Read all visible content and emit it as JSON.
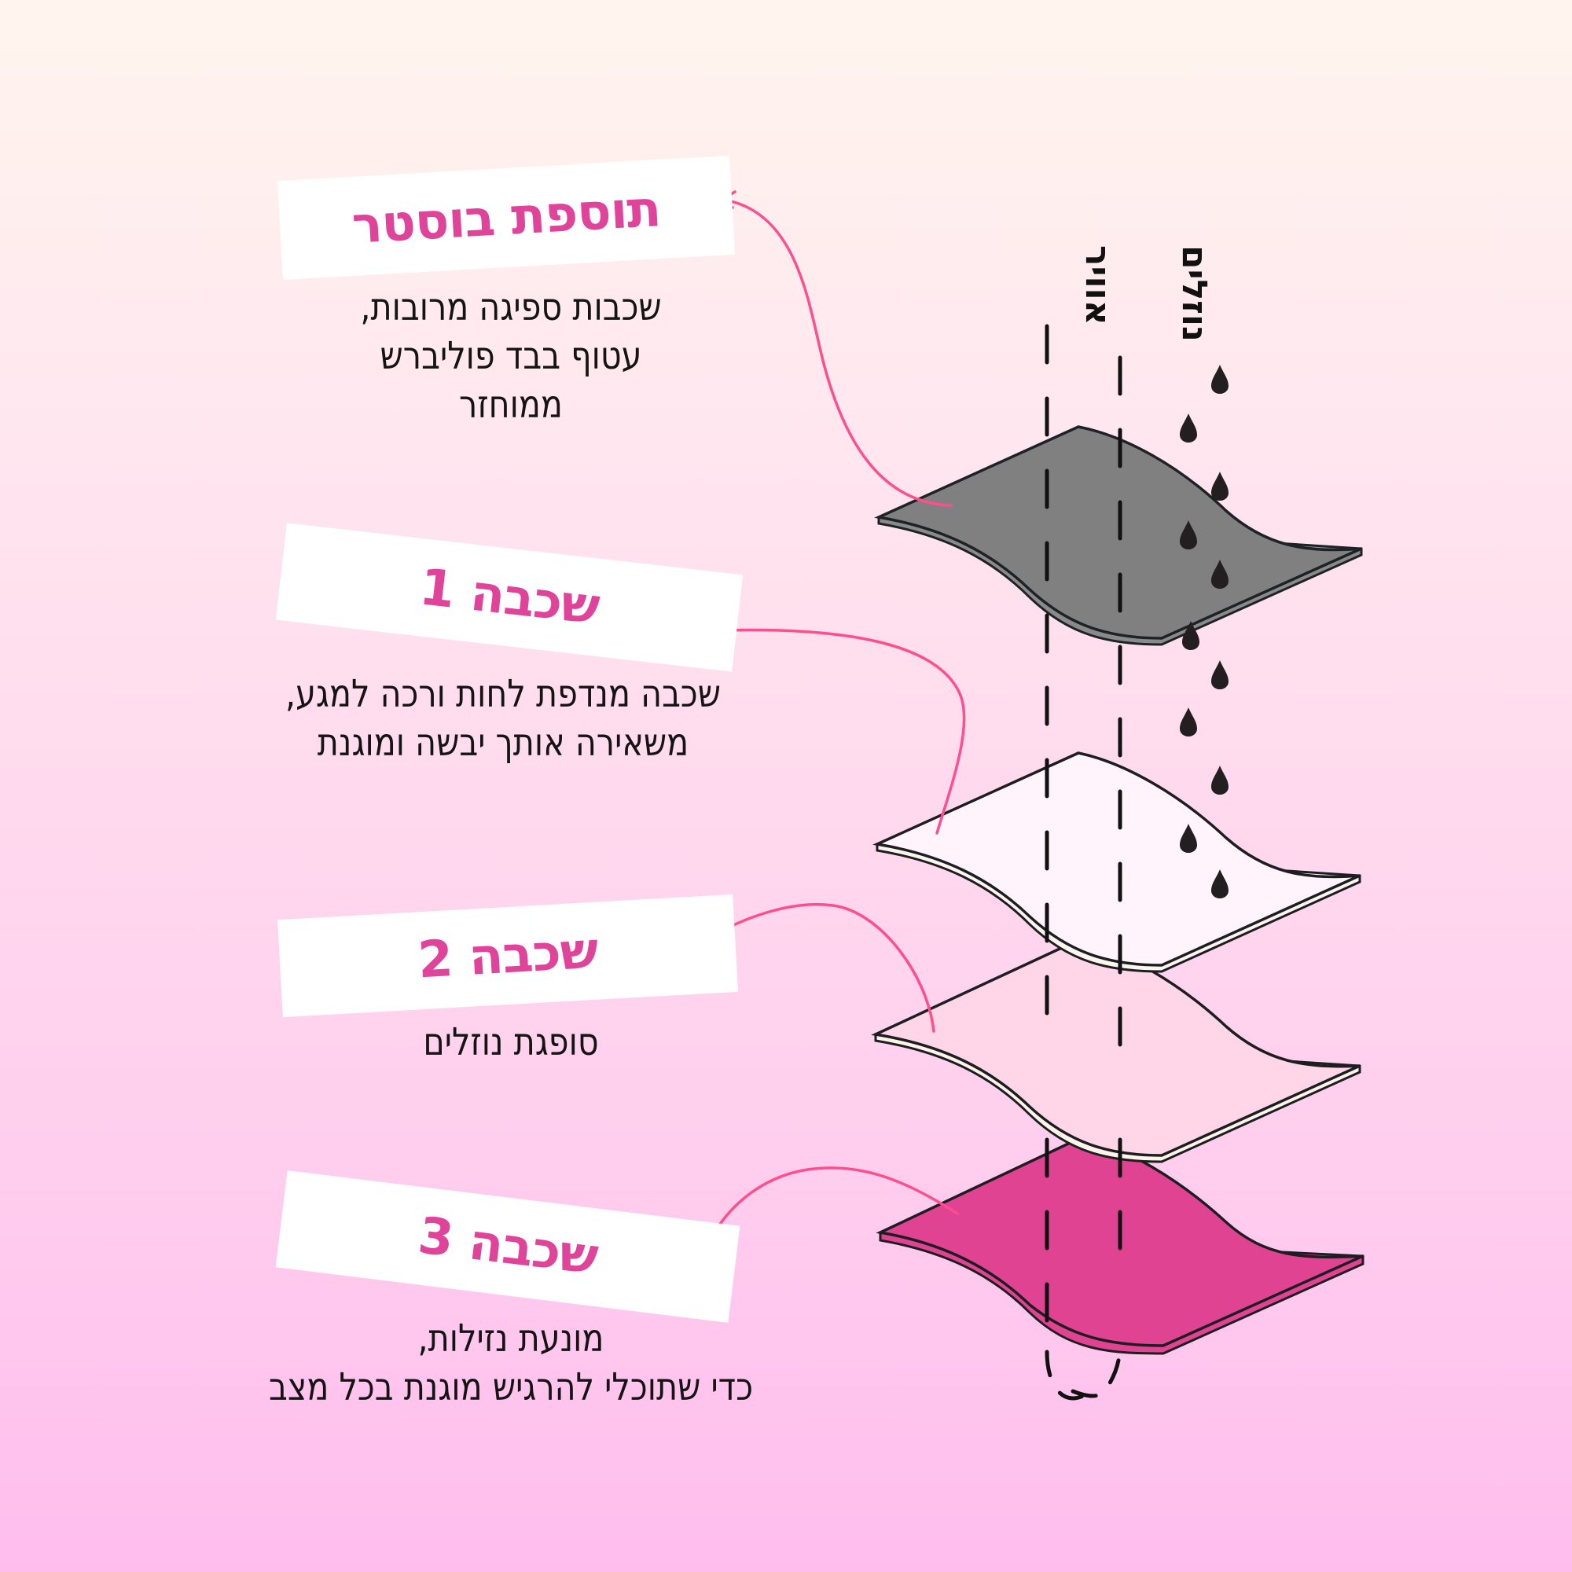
{
  "colors": {
    "background_top": "#fff5ee",
    "background_bottom": "#ffbdee",
    "accent": "#e0449a",
    "arrow": "#ff4d8d",
    "text": "#141414",
    "layer_booster": "#808080",
    "layer_1": "#fff4fb",
    "layer_2": "#ffd6e8",
    "layer_3": "#e04392",
    "drop": "#231f20"
  },
  "flow_labels": {
    "air": "אוויר",
    "liquids": "נוזלים"
  },
  "sections": [
    {
      "id": "booster",
      "title": "תוספת בוסטר",
      "description_lines": [
        "שכבות ספיגה מרובות,",
        "עטוף בבד פוליברש",
        "ממוחזר"
      ]
    },
    {
      "id": "layer-1",
      "title": "שכבה 1",
      "description_lines": [
        "שכבה מנדפת לחות ורכה למגע,",
        "משאירה אותך יבשה ומוגנת"
      ]
    },
    {
      "id": "layer-2",
      "title": "שכבה 2",
      "description_lines": [
        "סופגת נוזלים"
      ]
    },
    {
      "id": "layer-3",
      "title": "שכבה 3",
      "description_lines": [
        "מונעת נזילות,",
        "כדי שתוכלי להרגיש מוגנת בכל מצב"
      ]
    }
  ]
}
